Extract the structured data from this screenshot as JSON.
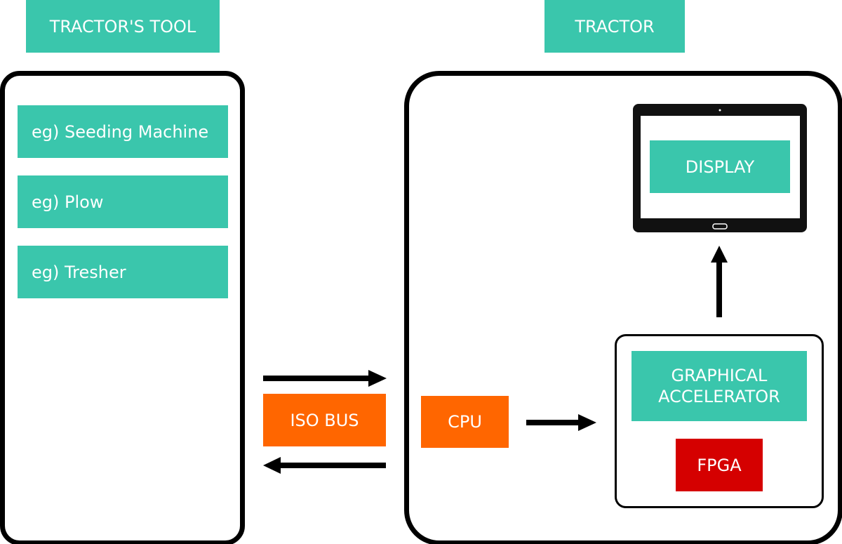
{
  "headers": {
    "tool": "TRACTOR'S TOOL",
    "tractor": "TRACTOR"
  },
  "tools": [
    "eg) Seeding Machine",
    "eg) Plow",
    "eg) Tresher"
  ],
  "bus": {
    "label": "ISO BUS"
  },
  "cpu": {
    "label": "CPU"
  },
  "accelerator": {
    "line1": "GRAPHICAL",
    "line2": "ACCELERATOR",
    "fpga": "FPGA"
  },
  "display": {
    "label": "DISPLAY"
  },
  "colors": {
    "teal": "#3ac6ac",
    "orange": "#ff6600",
    "red": "#d50000",
    "stroke": "#000000"
  }
}
